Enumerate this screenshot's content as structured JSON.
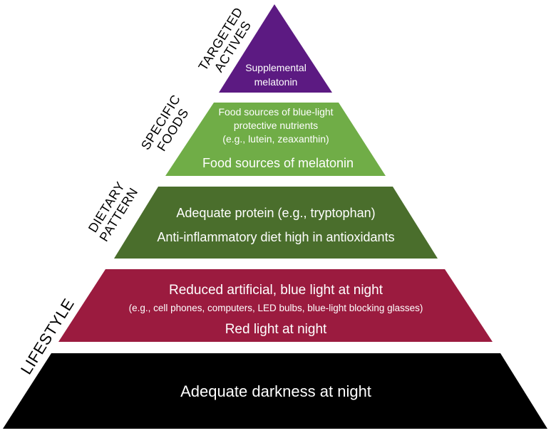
{
  "colors": {
    "tier1": "#000000",
    "tier2": "#9b1b3f",
    "tier3": "#4a6e2c",
    "tier4": "#70ad47",
    "tier5": "#5c1a82",
    "text": "#ffffff",
    "side_label": "#000000"
  },
  "tiers": {
    "top": {
      "side_label_lines": [
        "TARGETED",
        "ACTIVES"
      ],
      "lines": [
        "Supplemental",
        "melatonin"
      ]
    },
    "fourth": {
      "side_label_lines": [
        "SPECIFIC",
        "FOODS"
      ],
      "lines": [
        "Food sources of blue-light",
        "protective nutrients",
        "(e.g., lutein, zeaxanthin)"
      ],
      "main": "Food sources of melatonin"
    },
    "third": {
      "side_label_lines": [
        "DIETARY",
        "PATTERN"
      ],
      "lines": [
        "Adequate protein (e.g., tryptophan)",
        "Anti-inflammatory diet high in antioxidants"
      ]
    },
    "second": {
      "side_label": "LIFESTYLE",
      "main": "Reduced artificial, blue light at night",
      "sub": "(e.g., cell phones, computers, LED bulbs, blue-light blocking glasses)",
      "last": "Red light at night"
    },
    "base": {
      "main": "Adequate darkness at night"
    }
  }
}
